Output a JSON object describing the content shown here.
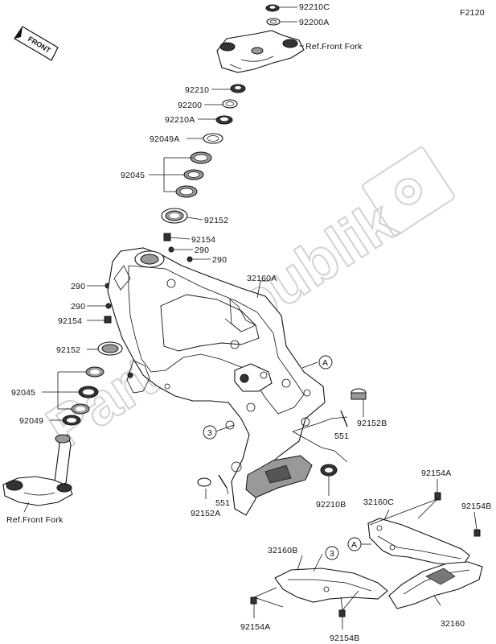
{
  "figure": {
    "code": "F2120",
    "front_label": "FRONT",
    "watermark": "PartsRepublik"
  },
  "callouts": {
    "c92210C": "92210C",
    "c92200A": "92200A",
    "ref_front_fork_top": "Ref.Front Fork",
    "c92210": "92210",
    "c92200": "92200",
    "c92210A": "92210A",
    "c92049A": "92049A",
    "c92045_top": "92045",
    "c92152_top": "92152",
    "c92154_top": "92154",
    "c290_a": "290",
    "c290_b": "290",
    "c290_c": "290",
    "c290_d": "290",
    "c32160A": "32160A",
    "c92154_left": "92154",
    "c92152_left": "92152",
    "c92045_left": "92045",
    "c92049": "92049",
    "ref_front_fork_bottom": "Ref.Front Fork",
    "circle_a_frame": "A",
    "circle_3_frame": "3",
    "c92152B": "92152B",
    "c551_right": "551",
    "c551_left": "551",
    "c92152A": "92152A",
    "c92210B": "92210B",
    "c92154A_top": "92154A",
    "c32160C": "32160C",
    "c92154B_top": "92154B",
    "circle_a_bottom": "A",
    "c32160B": "32160B",
    "circle_3_bottom": "3",
    "c92154A_bottom": "92154A",
    "c92154B_bottom": "92154B",
    "c32160": "32160"
  }
}
